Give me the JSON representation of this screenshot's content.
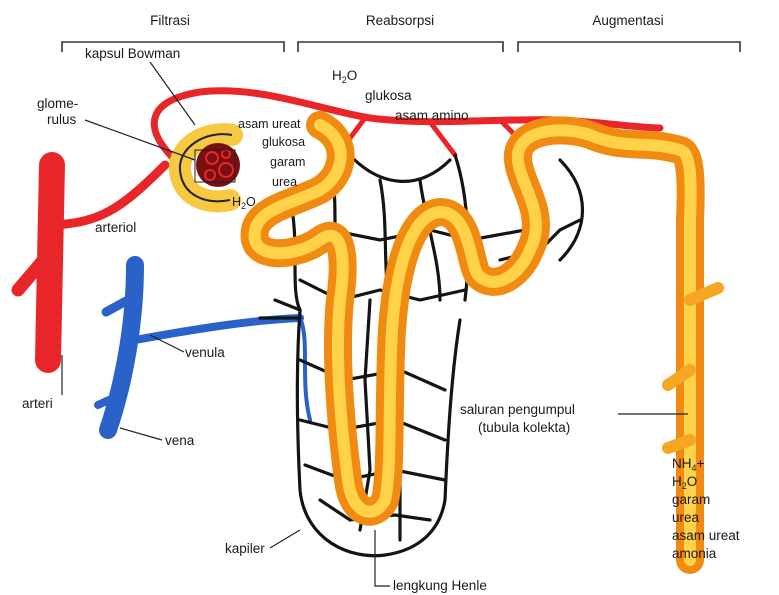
{
  "stages": [
    "Filtrasi",
    "Reabsorpsi",
    "Augmentasi"
  ],
  "labels": {
    "kapsul_bowman": "kapsul Bowman",
    "glomerulus_1": "glome-",
    "glomerulus_2": "rulus",
    "arteriol": "arteriol",
    "arteri": "arteri",
    "venula": "venula",
    "vena": "vena",
    "kapiler": "kapiler",
    "lengkung_henle": "lengkung Henle",
    "saluran_1": "saluran pengumpul",
    "saluran_2": "(tubula kolekta)"
  },
  "filtrate": {
    "items": [
      "asam ureat",
      "glukosa",
      "garam",
      "urea"
    ],
    "water": "H",
    "water_sub": "2",
    "water_end": "O"
  },
  "reabsorbed": {
    "water": "H",
    "water_sub": "2",
    "water_end": "O",
    "glukosa": "glukosa",
    "asam_amino": "asam amino"
  },
  "urine": {
    "nh_main": "NH",
    "nh_sub": "4",
    "nh_plus": "+",
    "water": "H",
    "water_sub": "2",
    "water_end": "O",
    "items": [
      "garam",
      "urea",
      "asam ureat",
      "amonia"
    ]
  },
  "colors": {
    "artery": "#e8262a",
    "vein": "#2a62c9",
    "tubule": "#f5a623",
    "tubule_light": "#ffd24a",
    "capillary": "#141414",
    "glomerulus": "#7a0f12"
  }
}
